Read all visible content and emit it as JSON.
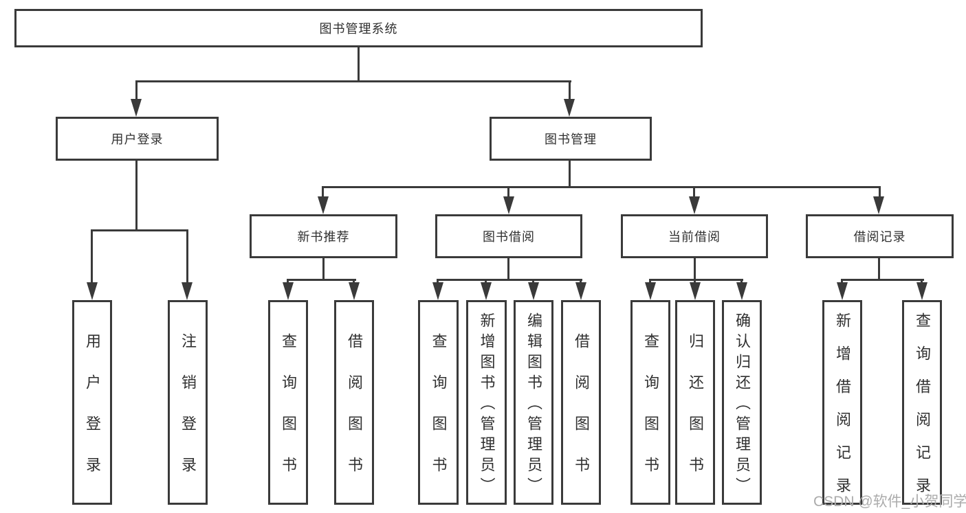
{
  "diagram": {
    "type": "hierarchy-tree",
    "root": {
      "label": "图书管理系统",
      "children": [
        {
          "label": "用户登录",
          "children": [
            {
              "label": "用户登录"
            },
            {
              "label": "注销登录"
            }
          ]
        },
        {
          "label": "图书管理",
          "children": [
            {
              "label": "新书推荐",
              "children": [
                {
                  "label": "查询图书"
                },
                {
                  "label": "借阅图书"
                }
              ]
            },
            {
              "label": "图书借阅",
              "children": [
                {
                  "label": "查询图书"
                },
                {
                  "label": "新增图书（管理员）"
                },
                {
                  "label": "编辑图书（管理员）"
                },
                {
                  "label": "借阅图书"
                }
              ]
            },
            {
              "label": "当前借阅",
              "children": [
                {
                  "label": "查询图书"
                },
                {
                  "label": "归还图书"
                },
                {
                  "label": "确认归还（管理员）"
                }
              ]
            },
            {
              "label": "借阅记录",
              "children": [
                {
                  "label": "新增借阅记录"
                },
                {
                  "label": "查询借阅记录"
                }
              ]
            }
          ]
        }
      ]
    },
    "watermark": "CSDN @软件_小贺同学",
    "colors": {
      "line": "#3a3a3a",
      "text": "#303030",
      "background": "#ffffff",
      "watermark": "#ababab"
    }
  }
}
